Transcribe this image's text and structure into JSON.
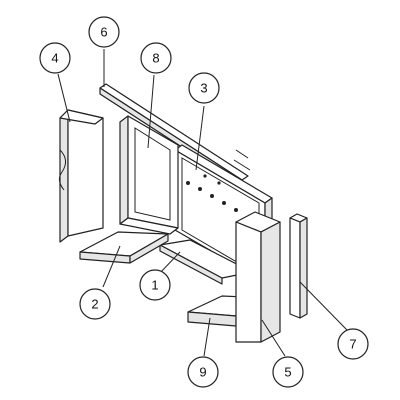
{
  "diagram": {
    "callouts": [
      {
        "id": "c1",
        "label": "1"
      },
      {
        "id": "c2",
        "label": "2"
      },
      {
        "id": "c3",
        "label": "3"
      },
      {
        "id": "c4",
        "label": "4"
      },
      {
        "id": "c5",
        "label": "5"
      },
      {
        "id": "c6",
        "label": "6"
      },
      {
        "id": "c7",
        "label": "7"
      },
      {
        "id": "c8",
        "label": "8"
      },
      {
        "id": "c9",
        "label": "9"
      }
    ],
    "colors": {
      "line": "#222222",
      "background": "#ffffff"
    }
  }
}
